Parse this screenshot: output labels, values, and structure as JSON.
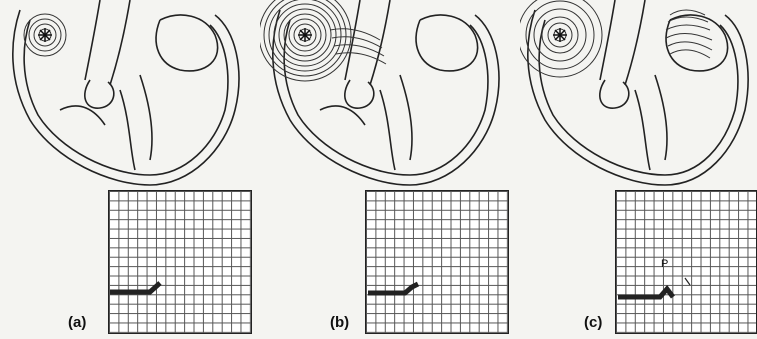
{
  "panels": [
    {
      "label": "(a)",
      "ecg_annotation": ""
    },
    {
      "label": "(b)",
      "ecg_annotation": ""
    },
    {
      "label": "(c)",
      "ecg_annotation": "P"
    }
  ]
}
